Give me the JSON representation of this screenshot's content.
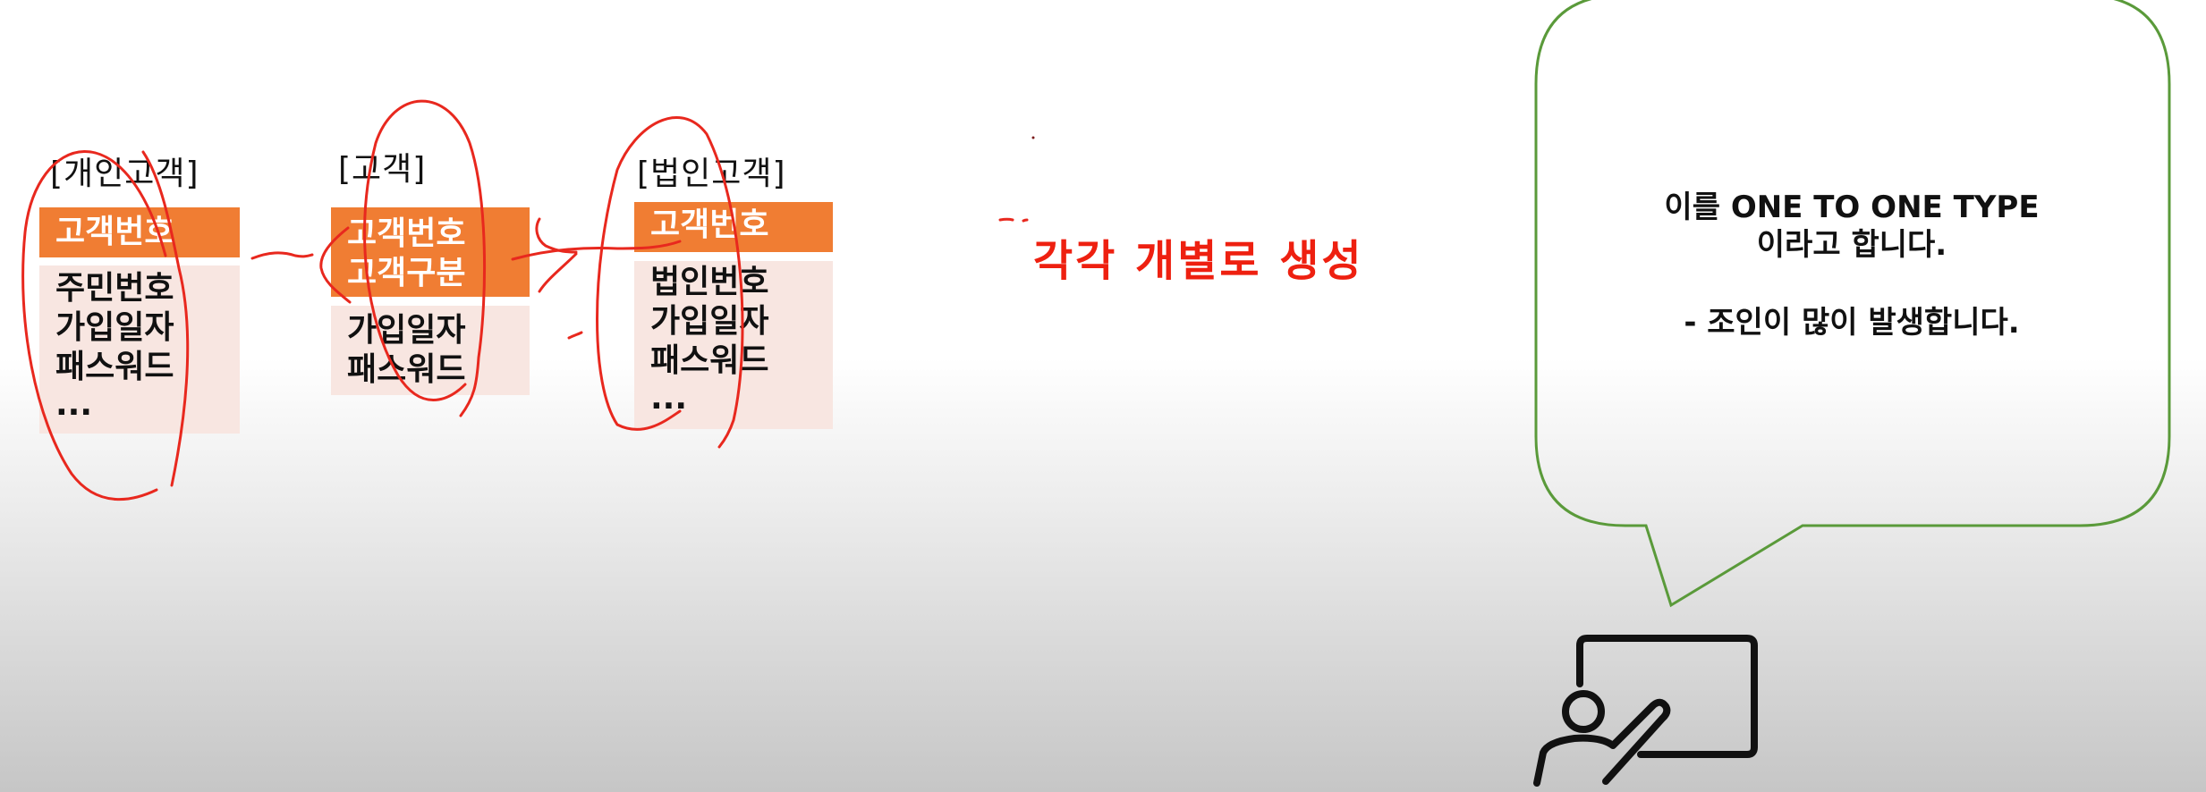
{
  "entities": [
    {
      "title": "[개인고객]",
      "header": [
        "고객번호"
      ],
      "attributes": [
        "주민번호",
        "가입일자",
        "패스워드",
        "..."
      ]
    },
    {
      "title": "[고객]",
      "header": [
        "고객번호",
        "고객구분"
      ],
      "attributes": [
        "가입일자",
        "패스워드"
      ]
    },
    {
      "title": "[법인고객]",
      "header": [
        "고객번호"
      ],
      "attributes": [
        "법인번호",
        "가입일자",
        "패스워드",
        "..."
      ]
    }
  ],
  "annotation": {
    "text": "각각 개별로 생성",
    "color": "#ee2010"
  },
  "speech_bubble": {
    "line1": "이를 ONE TO ONE TYPE",
    "line2": "이라고 합니다.",
    "line3": "- 조인이 많이 발생합니다.",
    "border_color": "#5a9a3a"
  },
  "colors": {
    "header_bg": "#f07d33",
    "body_bg": "#f8e6e1",
    "pen_red": "#e8281e"
  }
}
